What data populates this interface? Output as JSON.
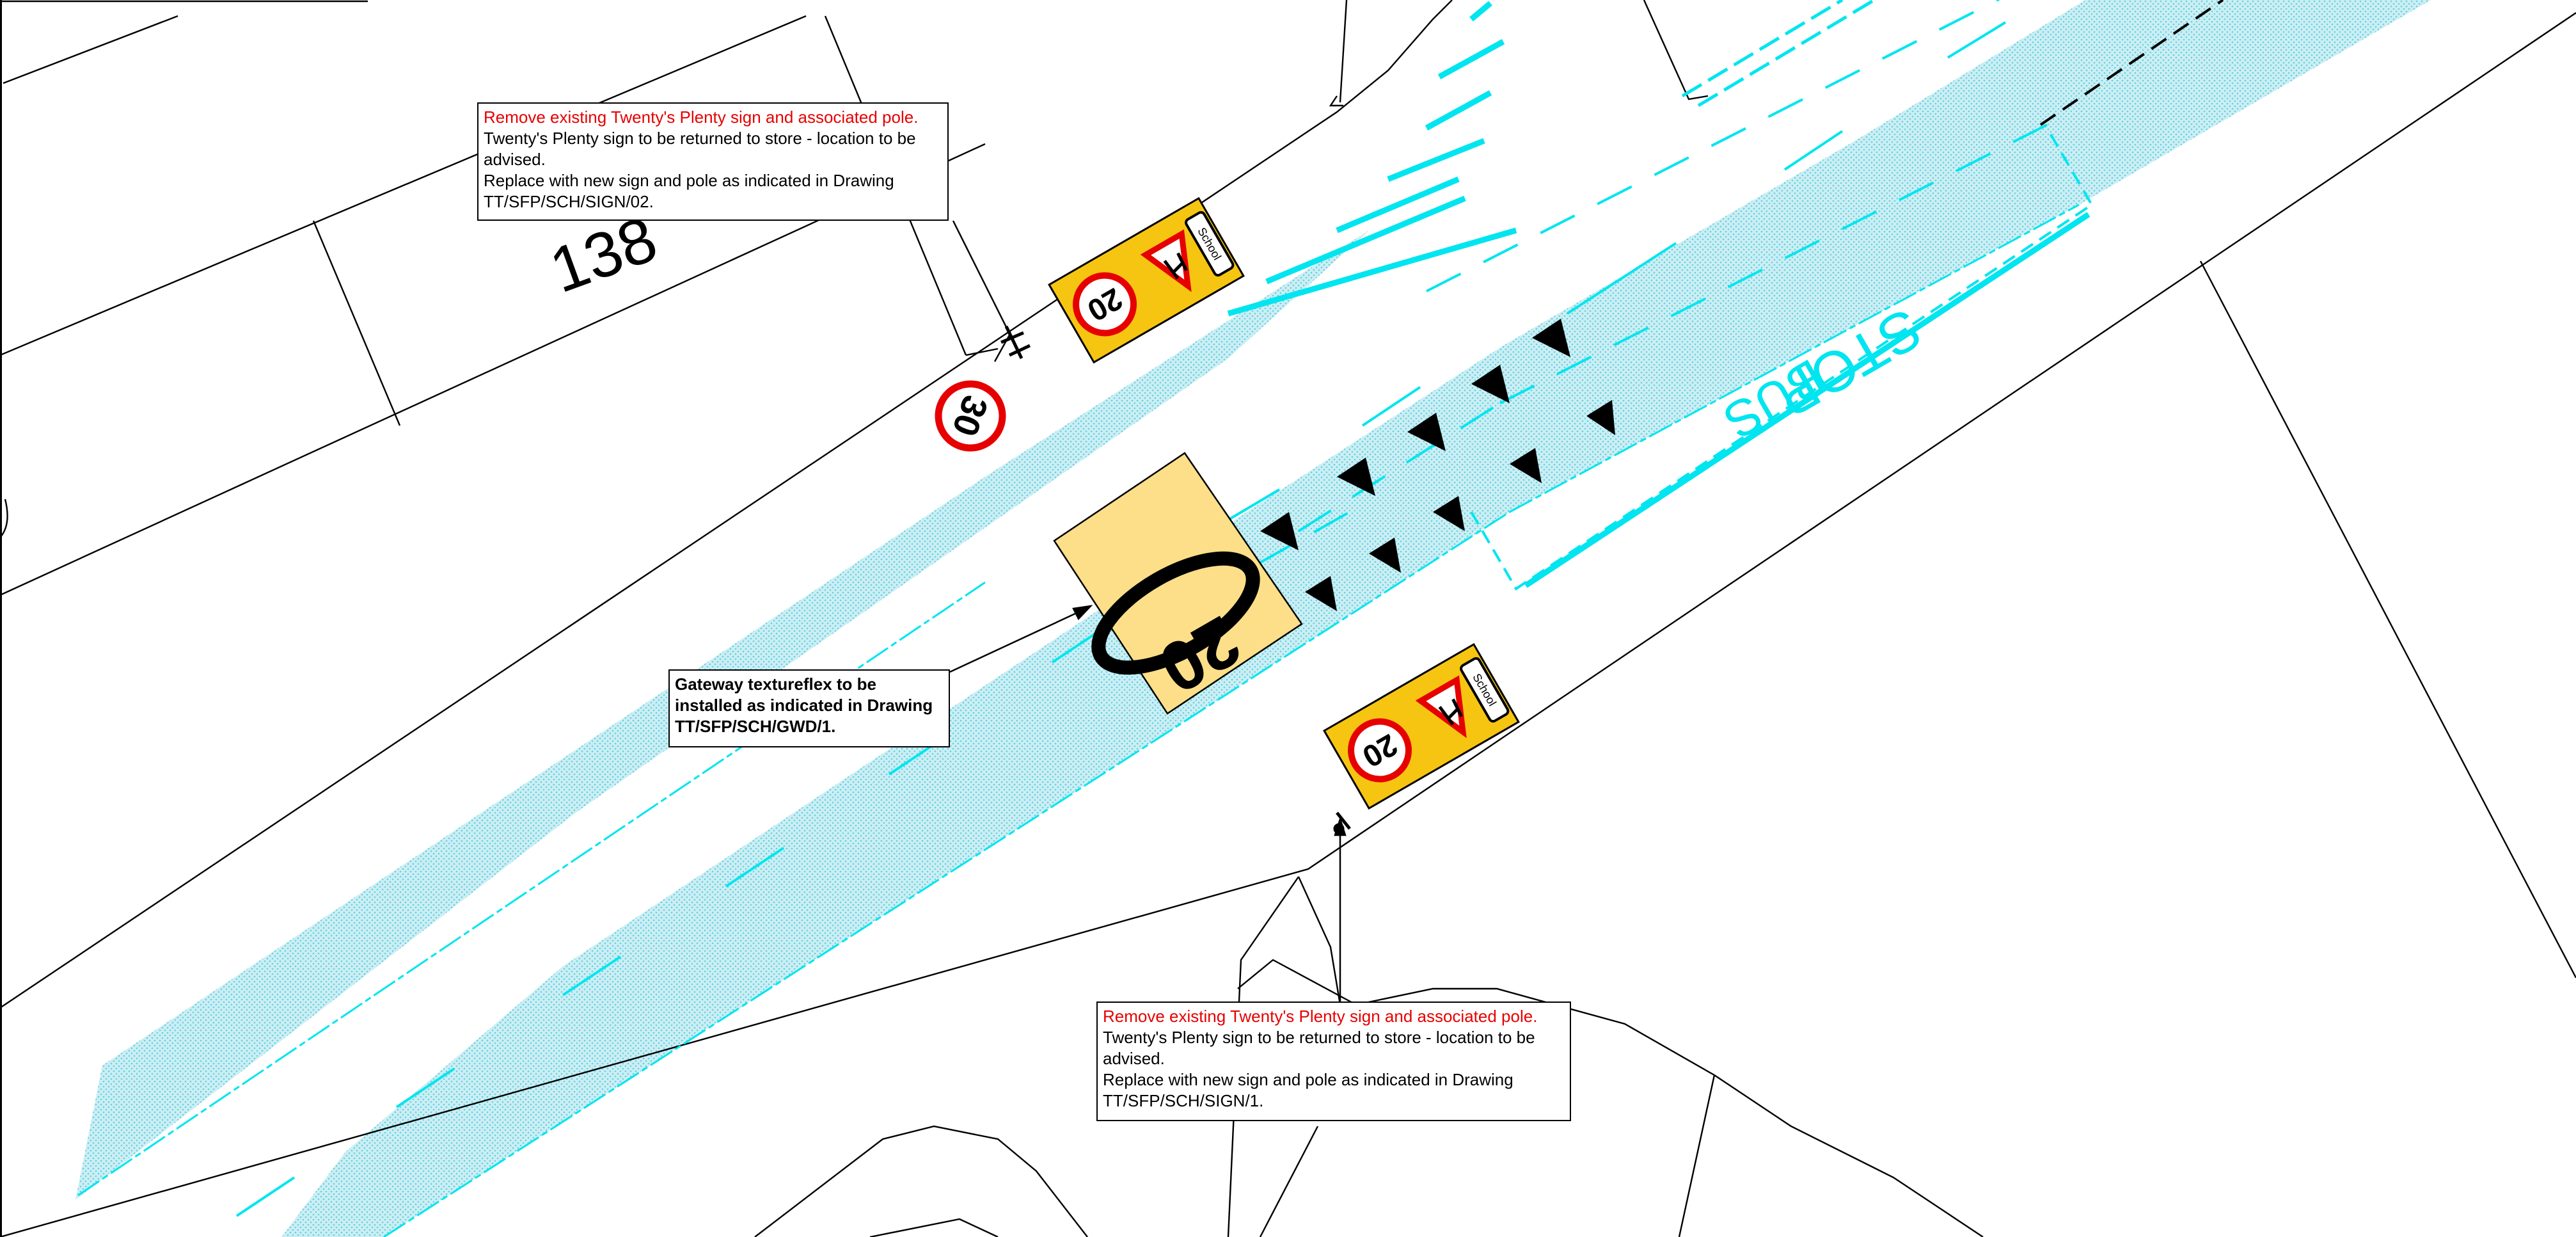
{
  "plot_number": "138",
  "road_markings": {
    "bus_stop_word_1": "BUS",
    "bus_stop_word_2": "STOP",
    "gateway_roundel": "20"
  },
  "signs": {
    "speed_30_value": "30",
    "school_plate_text": "School",
    "speed_20_value": "20"
  },
  "colors": {
    "footway_cyan": "#00e5ef",
    "gateway_fill": "#fddf8a",
    "sign_red": "#e60000",
    "sign_yellow": "#f6c512",
    "note_red": "#e60000"
  },
  "notes": {
    "top_sign": {
      "heading": "Remove existing Twenty's Plenty sign and associated pole.",
      "line1": "Twenty's Plenty sign to be returned to store - location to be advised.",
      "line2": "Replace with new sign and pole as indicated in Drawing TT/SFP/SCH/SIGN/02."
    },
    "gateway": {
      "text": "Gateway textureflex to be installed as indicated in Drawing TT/SFP/SCH/GWD/1."
    },
    "bottom_sign": {
      "heading": "Remove existing Twenty's Plenty sign and associated pole.",
      "line1": "Twenty's Plenty sign to be returned to store - location to be advised.",
      "line2": "Replace with new sign and pole as indicated in Drawing TT/SFP/SCH/SIGN/1."
    }
  }
}
